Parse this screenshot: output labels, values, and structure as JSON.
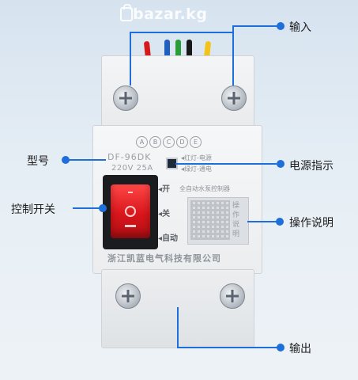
{
  "watermark": "bazar.kg",
  "callouts": {
    "input": "输入",
    "model": "型号",
    "power_indicator": "电源指示",
    "control_switch": "控制开关",
    "instructions": "操作说明",
    "output": "输出"
  },
  "device": {
    "terminal_letters": [
      "A",
      "B",
      "C",
      "D",
      "E"
    ],
    "model": "DF-96DK",
    "rating": "220V 25A",
    "led_red": "◂红灯-电源",
    "led_green": "◂绿灯-通电",
    "product_name": "全自动水泵控制器",
    "switch_on": "◂开",
    "switch_off": "◂关",
    "switch_auto": "◂自动",
    "qr_text": "操作说明",
    "company": "浙江凯蓝电气科技有限公司"
  },
  "colors": {
    "accent": "#1e6fd9",
    "wires": [
      "#d6191b",
      "#1e5fbf",
      "#2a9d3a",
      "#181818",
      "#f3c31a"
    ]
  }
}
